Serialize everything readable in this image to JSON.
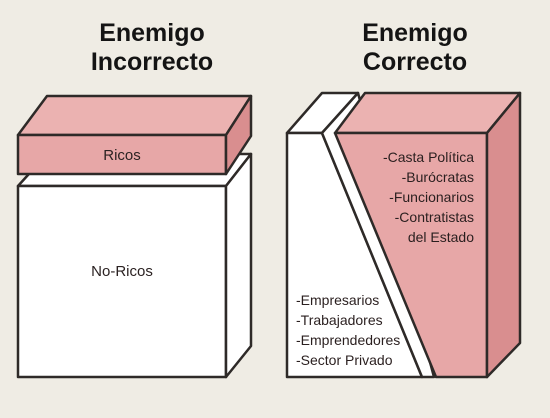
{
  "headings": {
    "left": {
      "line1": "Enemigo",
      "line2": "Incorrecto"
    },
    "right": {
      "line1": "Enemigo",
      "line2": "Correcto"
    }
  },
  "left_blocks": {
    "top_label": "Ricos",
    "bottom_label": "No-Ricos"
  },
  "right_blocks": {
    "large_block_items": [
      "-Casta Política",
      "-Burócratas",
      "-Funcionarios",
      "-Contratistas",
      "del Estado"
    ],
    "thin_block_items": [
      "-Empresarios",
      "-Trabajadores",
      "-Emprendedores",
      "-Sector Privado"
    ]
  },
  "colors": {
    "background": "#efece4",
    "block_white": "#ffffff",
    "block_pink": "#e7a7a7",
    "block_pink_side": "#d98e8f",
    "block_pink_top": "#ebb2b1",
    "outline": "#2e2a28"
  }
}
